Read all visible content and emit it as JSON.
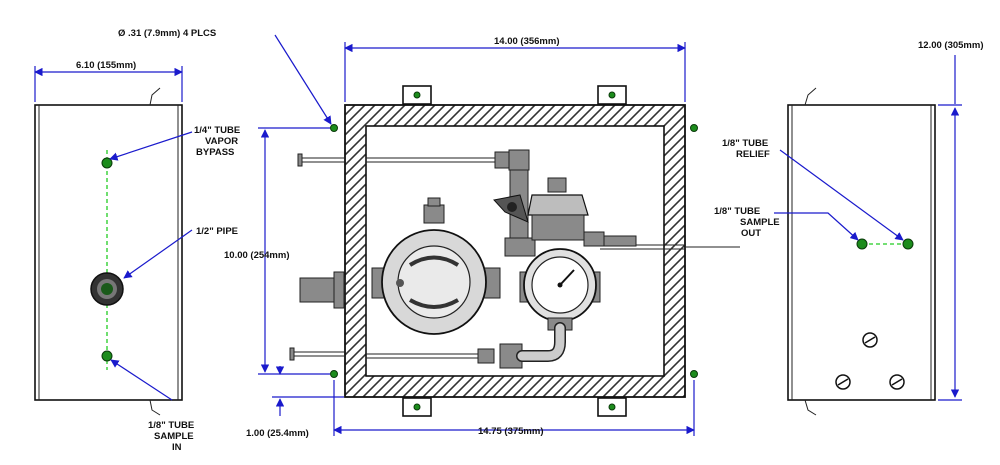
{
  "dimensions": {
    "mount_hole": "Ø .31 (7.9mm) 4 PLCS",
    "side_depth": "6.10 (155mm)",
    "front_width": "14.00 (356mm)",
    "overall_height": "12.00 (305mm)",
    "inner_height": "10.00 (254mm)",
    "bottom_offset": "1.00 (25.4mm)",
    "overall_width": "14.75 (375mm)"
  },
  "callouts": {
    "left_quarter_tube": "1/4\" TUBE",
    "vapor": "VAPOR",
    "bypass": "BYPASS",
    "half_pipe": "1/2\" PIPE",
    "left_eighth_tube": "1/8\" TUBE",
    "sample_in_1": "SAMPLE",
    "sample_in_2": "IN",
    "relief_tube": "1/8\" TUBE",
    "relief": "RELIEF",
    "sample_out_tube": "1/8\" TUBE",
    "sample_out_1": "SAMPLE",
    "sample_out_2": "OUT"
  },
  "colors": {
    "dimension_line": "#1a1acc",
    "centerline": "#22cc22",
    "hole_marker": "#1c8c1c"
  }
}
